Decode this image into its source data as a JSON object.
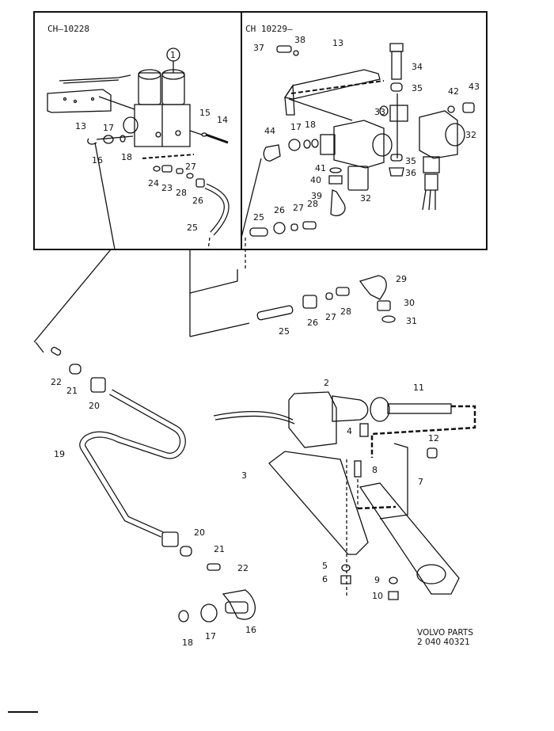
{
  "diagram": {
    "type": "exploded parts diagram",
    "panels": [
      {
        "id": "left-inset",
        "title": "CH–10228"
      },
      {
        "id": "right-inset",
        "title": "CH 10229–"
      }
    ],
    "assembly_callout": "1",
    "labels": {
      "l13": "13",
      "l17a": "17",
      "l18a": "18",
      "l16a": "16",
      "l15": "15",
      "l14": "14",
      "l24": "24",
      "l23": "23",
      "l28a": "28",
      "l27a": "27",
      "l26a": "26",
      "l25a": "25",
      "r37": "37",
      "r38": "38",
      "r13": "13",
      "r34": "34",
      "r35a": "35",
      "r42": "42",
      "r43": "43",
      "r33": "33",
      "r32a": "32",
      "r44": "44",
      "r17": "17",
      "r18": "18",
      "r41": "41",
      "r40": "40",
      "r35b": "35",
      "r36": "36",
      "r32b": "32",
      "r39": "39",
      "r25": "25",
      "r26": "26",
      "r27": "27",
      "r28": "28",
      "m29": "29",
      "m30": "30",
      "m31": "31",
      "m25": "25",
      "m26": "26",
      "m27": "27",
      "m28": "28",
      "b22a": "22",
      "b21a": "21",
      "b20a": "20",
      "b19": "19",
      "b20b": "20",
      "b21b": "21",
      "b22b": "22",
      "b16": "16",
      "b17": "17",
      "b18": "18",
      "c2": "2",
      "c11": "11",
      "c4": "4",
      "c12": "12",
      "c3": "3",
      "c8": "8",
      "c7": "7",
      "c5": "5",
      "c6": "6",
      "c9": "9",
      "c10": "10"
    },
    "footer": {
      "brand": "VOLVO PARTS",
      "number": "2 040 40321"
    }
  }
}
